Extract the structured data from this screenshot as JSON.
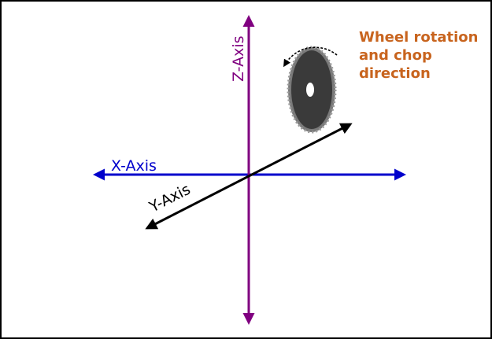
{
  "axes": {
    "x": {
      "label": "X-Axis",
      "color": "#0000cc"
    },
    "y": {
      "label": "Y-Axis",
      "color": "#000000"
    },
    "z": {
      "label": "Z-Axis",
      "color": "#800080"
    }
  },
  "wheel": {
    "color": "#3a3a3a",
    "rim_color": "#7a7a7a",
    "hub_color": "#ffffff",
    "icons": [
      "circular-saw-wheel-icon",
      "rotation-arrow-icon"
    ]
  },
  "caption": {
    "line1": "Wheel rotation",
    "line2": "and chop",
    "line3": "direction",
    "color": "#c8641e"
  }
}
